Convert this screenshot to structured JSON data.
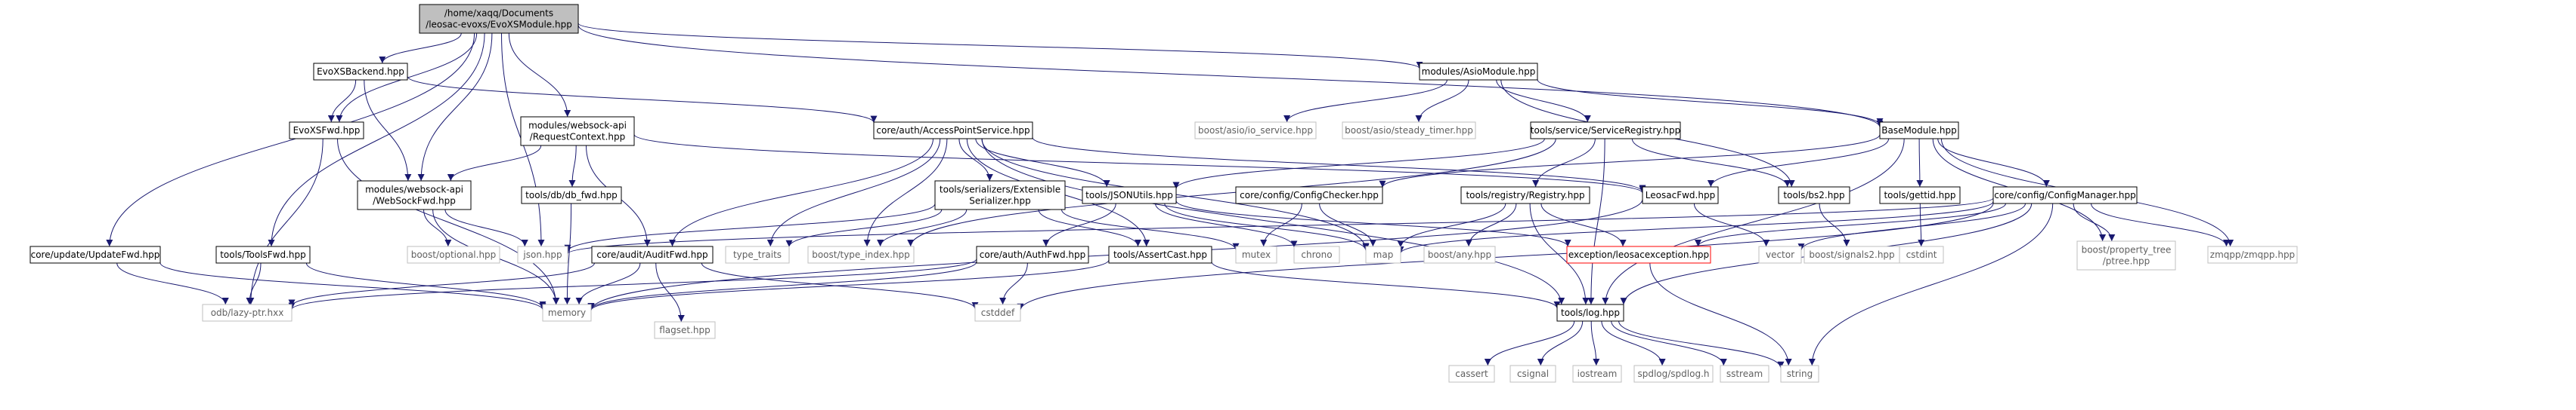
{
  "graph": {
    "colors": {
      "background": "#ffffff",
      "edge": "#191970",
      "border_normal": "#000000",
      "border_external": "#bfbfbf",
      "border_highlight": "#ff0000",
      "fill_root": "#bfbfbf",
      "fill_default": "#ffffff",
      "text_default": "#000000",
      "text_external": "#606060"
    },
    "nodes": [
      {
        "id": "root",
        "lines": [
          "/home/xaqq/Documents",
          "/leosac-evoxs/EvoXSModule.hpp"
        ],
        "style": "root"
      },
      {
        "id": "evoxsbackend",
        "lines": [
          "EvoXSBackend.hpp"
        ],
        "style": "normal"
      },
      {
        "id": "evoxsfwd",
        "lines": [
          "EvoXSFwd.hpp"
        ],
        "style": "normal"
      },
      {
        "id": "updatefwd",
        "lines": [
          "core/update/UpdateFwd.hpp"
        ],
        "style": "normal"
      },
      {
        "id": "toolsfwd",
        "lines": [
          "tools/ToolsFwd.hpp"
        ],
        "style": "normal"
      },
      {
        "id": "requestcontext",
        "lines": [
          "modules/websock-api",
          "/RequestContext.hpp"
        ],
        "style": "normal"
      },
      {
        "id": "websockfwd",
        "lines": [
          "modules/websock-api",
          "/WebSockFwd.hpp"
        ],
        "style": "normal"
      },
      {
        "id": "dbfwd",
        "lines": [
          "tools/db/db_fwd.hpp"
        ],
        "style": "normal"
      },
      {
        "id": "auditfwd",
        "lines": [
          "core/audit/AuditFwd.hpp"
        ],
        "style": "normal"
      },
      {
        "id": "accesspointservice",
        "lines": [
          "core/auth/AccessPointService.hpp"
        ],
        "style": "normal"
      },
      {
        "id": "extensibleserializer",
        "lines": [
          "tools/serializers/Extensible",
          "Serializer.hpp"
        ],
        "style": "normal"
      },
      {
        "id": "jsonutils",
        "lines": [
          "tools/JSONUtils.hpp"
        ],
        "style": "normal"
      },
      {
        "id": "authfwd",
        "lines": [
          "core/auth/AuthFwd.hpp"
        ],
        "style": "normal"
      },
      {
        "id": "assertcast",
        "lines": [
          "tools/AssertCast.hpp"
        ],
        "style": "normal"
      },
      {
        "id": "asiomodule",
        "lines": [
          "modules/AsioModule.hpp"
        ],
        "style": "normal"
      },
      {
        "id": "serviceregistry",
        "lines": [
          "tools/service/ServiceRegistry.hpp"
        ],
        "style": "normal"
      },
      {
        "id": "configchecker",
        "lines": [
          "core/config/ConfigChecker.hpp"
        ],
        "style": "normal"
      },
      {
        "id": "registry",
        "lines": [
          "tools/registry/Registry.hpp"
        ],
        "style": "normal"
      },
      {
        "id": "leosacfwd",
        "lines": [
          "LeosacFwd.hpp"
        ],
        "style": "normal"
      },
      {
        "id": "bs2",
        "lines": [
          "tools/bs2.hpp"
        ],
        "style": "normal"
      },
      {
        "id": "basemodule",
        "lines": [
          "BaseModule.hpp"
        ],
        "style": "normal"
      },
      {
        "id": "gettid",
        "lines": [
          "tools/gettid.hpp"
        ],
        "style": "normal"
      },
      {
        "id": "configmanager",
        "lines": [
          "core/config/ConfigManager.hpp"
        ],
        "style": "normal"
      },
      {
        "id": "leosacexception",
        "lines": [
          "exception/leosacexception.hpp"
        ],
        "style": "highlight"
      },
      {
        "id": "log",
        "lines": [
          "tools/log.hpp"
        ],
        "style": "normal"
      },
      {
        "id": "boost_io_service",
        "lines": [
          "boost/asio/io_service.hpp"
        ],
        "style": "external"
      },
      {
        "id": "boost_steady_timer",
        "lines": [
          "boost/asio/steady_timer.hpp"
        ],
        "style": "external"
      },
      {
        "id": "boost_optional",
        "lines": [
          "boost/optional.hpp"
        ],
        "style": "external"
      },
      {
        "id": "json",
        "lines": [
          "json.hpp"
        ],
        "style": "external"
      },
      {
        "id": "type_traits",
        "lines": [
          "type_traits"
        ],
        "style": "external"
      },
      {
        "id": "boost_type_index",
        "lines": [
          "boost/type_index.hpp"
        ],
        "style": "external"
      },
      {
        "id": "mutex",
        "lines": [
          "mutex"
        ],
        "style": "external"
      },
      {
        "id": "chrono",
        "lines": [
          "chrono"
        ],
        "style": "external"
      },
      {
        "id": "map",
        "lines": [
          "map"
        ],
        "style": "external"
      },
      {
        "id": "boost_any",
        "lines": [
          "boost/any.hpp"
        ],
        "style": "external"
      },
      {
        "id": "vector",
        "lines": [
          "vector"
        ],
        "style": "external"
      },
      {
        "id": "boost_signals2",
        "lines": [
          "boost/signals2.hpp"
        ],
        "style": "external"
      },
      {
        "id": "cstdint",
        "lines": [
          "cstdint"
        ],
        "style": "external"
      },
      {
        "id": "boost_ptree",
        "lines": [
          "boost/property_tree",
          "/ptree.hpp"
        ],
        "style": "external"
      },
      {
        "id": "zmqpp",
        "lines": [
          "zmqpp/zmqpp.hpp"
        ],
        "style": "external"
      },
      {
        "id": "odb_lazy_ptr",
        "lines": [
          "odb/lazy-ptr.hxx"
        ],
        "style": "external"
      },
      {
        "id": "memory",
        "lines": [
          "memory"
        ],
        "style": "external"
      },
      {
        "id": "flagset",
        "lines": [
          "flagset.hpp"
        ],
        "style": "external"
      },
      {
        "id": "cstddef",
        "lines": [
          "cstddef"
        ],
        "style": "external"
      },
      {
        "id": "cassert",
        "lines": [
          "cassert"
        ],
        "style": "external"
      },
      {
        "id": "csignal",
        "lines": [
          "csignal"
        ],
        "style": "external"
      },
      {
        "id": "iostream",
        "lines": [
          "iostream"
        ],
        "style": "external"
      },
      {
        "id": "spdlog",
        "lines": [
          "spdlog/spdlog.h"
        ],
        "style": "external"
      },
      {
        "id": "sstream",
        "lines": [
          "sstream"
        ],
        "style": "external"
      },
      {
        "id": "string",
        "lines": [
          "string"
        ],
        "style": "external"
      }
    ],
    "edges": [
      [
        "root",
        "evoxsbackend"
      ],
      [
        "root",
        "evoxsfwd"
      ],
      [
        "root",
        "updatefwd"
      ],
      [
        "root",
        "toolsfwd"
      ],
      [
        "root",
        "requestcontext"
      ],
      [
        "root",
        "websockfwd"
      ],
      [
        "root",
        "json"
      ],
      [
        "root",
        "asiomodule"
      ],
      [
        "root",
        "basemodule"
      ],
      [
        "evoxsbackend",
        "evoxsfwd"
      ],
      [
        "evoxsbackend",
        "websockfwd"
      ],
      [
        "evoxsbackend",
        "accesspointservice"
      ],
      [
        "evoxsfwd",
        "odb_lazy_ptr"
      ],
      [
        "evoxsfwd",
        "memory"
      ],
      [
        "updatefwd",
        "odb_lazy_ptr"
      ],
      [
        "updatefwd",
        "memory"
      ],
      [
        "toolsfwd",
        "odb_lazy_ptr"
      ],
      [
        "toolsfwd",
        "memory"
      ],
      [
        "requestcontext",
        "websockfwd"
      ],
      [
        "requestcontext",
        "dbfwd"
      ],
      [
        "requestcontext",
        "auditfwd"
      ],
      [
        "requestcontext",
        "leosacfwd"
      ],
      [
        "websockfwd",
        "boost_optional"
      ],
      [
        "websockfwd",
        "json"
      ],
      [
        "websockfwd",
        "memory"
      ],
      [
        "dbfwd",
        "memory"
      ],
      [
        "auditfwd",
        "odb_lazy_ptr"
      ],
      [
        "auditfwd",
        "memory"
      ],
      [
        "auditfwd",
        "flagset"
      ],
      [
        "auditfwd",
        "cstddef"
      ],
      [
        "accesspointservice",
        "auditfwd"
      ],
      [
        "accesspointservice",
        "extensibleserializer"
      ],
      [
        "accesspointservice",
        "jsonutils"
      ],
      [
        "accesspointservice",
        "type_traits"
      ],
      [
        "accesspointservice",
        "boost_type_index"
      ],
      [
        "accesspointservice",
        "assertcast"
      ],
      [
        "accesspointservice",
        "map"
      ],
      [
        "accesspointservice",
        "leosacfwd"
      ],
      [
        "accesspointservice",
        "log"
      ],
      [
        "extensibleserializer",
        "json"
      ],
      [
        "extensibleserializer",
        "type_traits"
      ],
      [
        "extensibleserializer",
        "boost_type_index"
      ],
      [
        "extensibleserializer",
        "assertcast"
      ],
      [
        "extensibleserializer",
        "mutex"
      ],
      [
        "jsonutils",
        "authfwd"
      ],
      [
        "jsonutils",
        "chrono"
      ],
      [
        "jsonutils",
        "map"
      ],
      [
        "jsonutils",
        "leosacexception"
      ],
      [
        "authfwd",
        "odb_lazy_ptr"
      ],
      [
        "authfwd",
        "memory"
      ],
      [
        "authfwd",
        "cstddef"
      ],
      [
        "assertcast",
        "memory"
      ],
      [
        "assertcast",
        "log"
      ],
      [
        "asiomodule",
        "boost_io_service"
      ],
      [
        "asiomodule",
        "boost_steady_timer"
      ],
      [
        "asiomodule",
        "serviceregistry"
      ],
      [
        "asiomodule",
        "basemodule"
      ],
      [
        "asiomodule",
        "bs2"
      ],
      [
        "serviceregistry",
        "jsonutils"
      ],
      [
        "serviceregistry",
        "boost_type_index"
      ],
      [
        "serviceregistry",
        "registry"
      ],
      [
        "serviceregistry",
        "bs2"
      ],
      [
        "serviceregistry",
        "log"
      ],
      [
        "configchecker",
        "mutex"
      ],
      [
        "configchecker",
        "map"
      ],
      [
        "registry",
        "map"
      ],
      [
        "registry",
        "boost_any"
      ],
      [
        "registry",
        "leosacexception"
      ],
      [
        "registry",
        "log"
      ],
      [
        "leosacfwd",
        "vector"
      ],
      [
        "leosacfwd",
        "memory"
      ],
      [
        "bs2",
        "boost_signals2"
      ],
      [
        "basemodule",
        "configchecker"
      ],
      [
        "basemodule",
        "leosacfwd"
      ],
      [
        "basemodule",
        "gettid"
      ],
      [
        "basemodule",
        "configmanager"
      ],
      [
        "basemodule",
        "boost_ptree"
      ],
      [
        "basemodule",
        "zmqpp"
      ],
      [
        "basemodule",
        "log"
      ],
      [
        "gettid",
        "cstdint"
      ],
      [
        "configmanager",
        "json"
      ],
      [
        "configmanager",
        "map"
      ],
      [
        "configmanager",
        "vector"
      ],
      [
        "configmanager",
        "leosacexception"
      ],
      [
        "configmanager",
        "boost_ptree"
      ],
      [
        "configmanager",
        "zmqpp"
      ],
      [
        "configmanager",
        "log"
      ],
      [
        "configmanager",
        "string"
      ],
      [
        "configmanager",
        "cstddef"
      ],
      [
        "leosacexception",
        "string"
      ],
      [
        "log",
        "cassert"
      ],
      [
        "log",
        "csignal"
      ],
      [
        "log",
        "iostream"
      ],
      [
        "log",
        "spdlog"
      ],
      [
        "log",
        "sstream"
      ],
      [
        "log",
        "string"
      ]
    ]
  }
}
